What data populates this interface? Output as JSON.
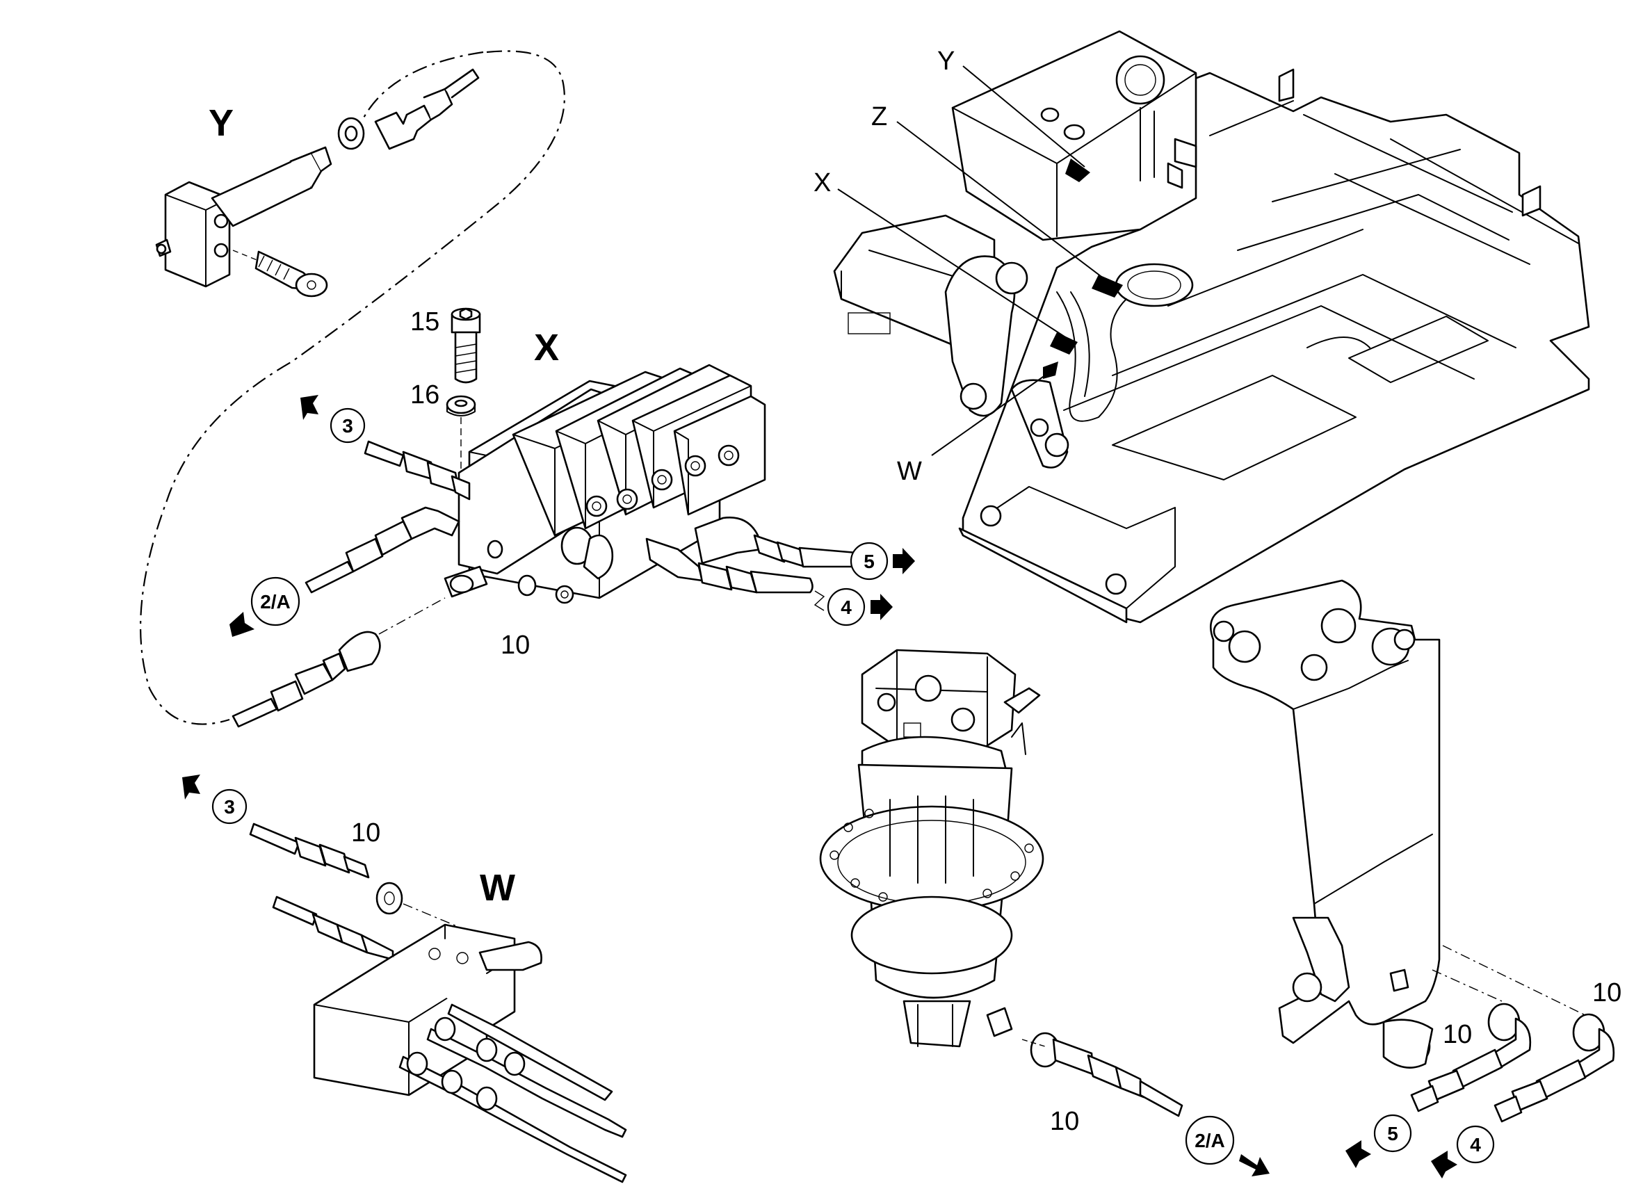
{
  "views": {
    "y": "Y",
    "x": "X",
    "w": "W"
  },
  "frame_callouts": {
    "y": "Y",
    "z": "Z",
    "x": "X",
    "w": "W"
  },
  "part_numbers": {
    "p15": "15",
    "p16": "16",
    "p10_block": "10",
    "p10_w": "10",
    "p10_motor": "10",
    "p10_boom_a": "10",
    "p10_boom_b": "10"
  },
  "line_markers": {
    "x_line3": "3",
    "x_line2a": "2/A",
    "x_line5": "5",
    "x_line4": "4",
    "w_line3": "3",
    "motor_line2a": "2/A",
    "boom_line5": "5",
    "boom_line4": "4"
  }
}
